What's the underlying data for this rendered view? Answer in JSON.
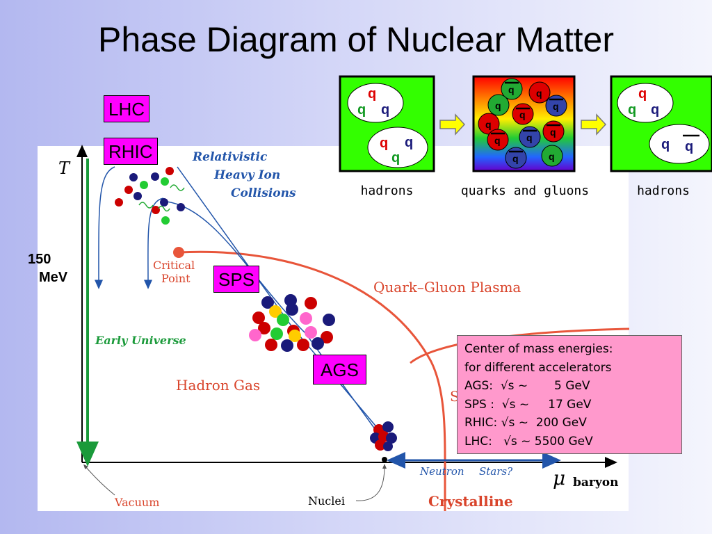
{
  "title": "Phase Diagram of Nuclear Matter",
  "diagram": {
    "y_axis_label": "T",
    "x_axis_label_main": "μ",
    "x_axis_label_sub": "baryon",
    "temperature_label_line1": "150",
    "temperature_label_line2": "MeV",
    "relativistic_line1": "Relativistic",
    "relativistic_line2": "Heavy Ion",
    "relativistic_line3": "Collisions",
    "critical_point_line1": "Critical",
    "critical_point_line2": "Point",
    "qgp_label": "Quark–Gluon Plasma",
    "early_universe_label": "Early Universe",
    "hadron_gas_label": "Hadron Gas",
    "vacuum_label": "Vacuum",
    "nuclei_label": "Nuclei",
    "neutron_stars_label_1": "Neutron",
    "neutron_stars_label_2": "Stars?",
    "crystalline_label": "Crystalline",
    "partial_hidden_label": "S"
  },
  "accelerator_tags": {
    "lhc": "LHC",
    "rhic": "RHIC",
    "sps": "SPS",
    "ags": "AGS"
  },
  "energies_box": {
    "lines": [
      "Center of mass energies:",
      "for different accelerators",
      "AGS:  √s ~       5 GeV",
      "SPS :  √s ~     17 GeV",
      "RHIC: √s ~  200 GeV",
      "LHC:   √s ~ 5500 GeV"
    ]
  },
  "insets": {
    "left_caption": "hadrons",
    "middle_caption": "quarks and gluons",
    "right_caption": "hadrons",
    "quark_symbol": "q"
  },
  "colors": {
    "tag_bg": "#ff00ff",
    "energy_box_bg": "#ff99cc",
    "inset_green": "#33ff00",
    "phase_line": "#e8553a",
    "early_universe": "#1a9a3a",
    "arrow_blue": "#2255aa"
  }
}
